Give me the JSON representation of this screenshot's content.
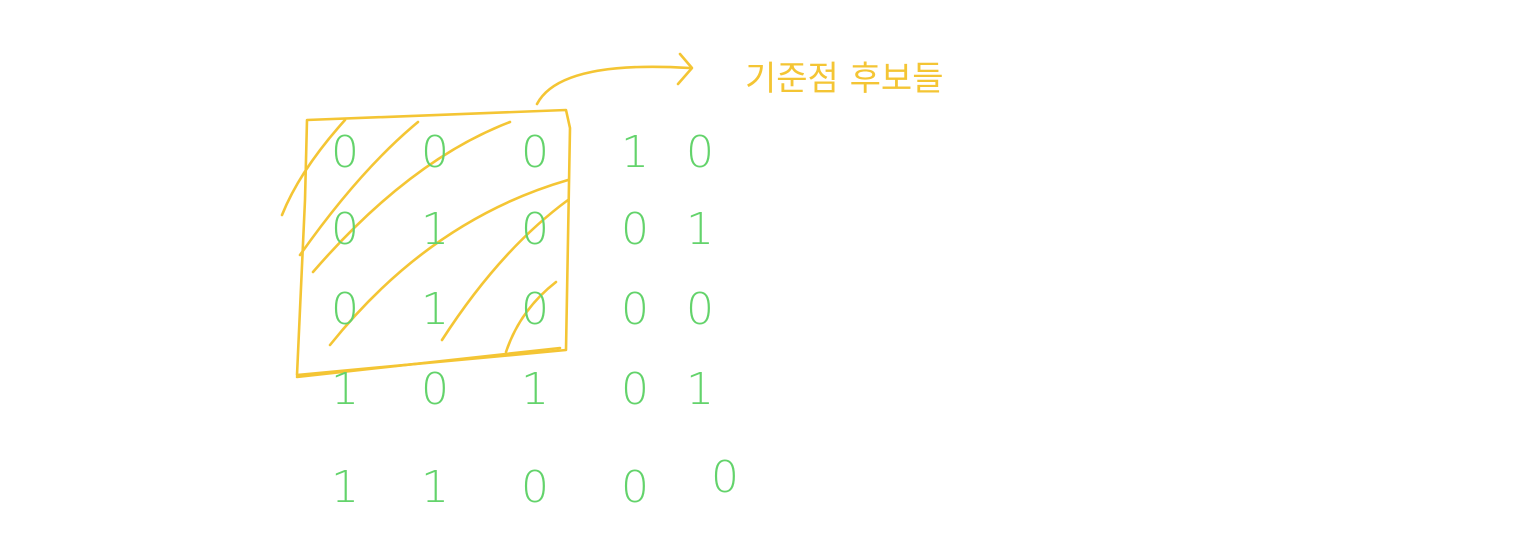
{
  "grid": {
    "rows": [
      [
        "0",
        "0",
        "0",
        "1",
        "0"
      ],
      [
        "0",
        "1",
        "0",
        "0",
        "1"
      ],
      [
        "0",
        "1",
        "0",
        "0",
        "0"
      ],
      [
        "1",
        "0",
        "1",
        "0",
        "1"
      ],
      [
        "1",
        "1",
        "0",
        "0",
        "0"
      ]
    ],
    "highlight": {
      "rows": 3,
      "cols": 3
    }
  },
  "annotation": {
    "label": "기준점 후보들"
  },
  "colors": {
    "digits": "#63d36b",
    "highlight": "#f4c534",
    "background": "#ffffff"
  }
}
